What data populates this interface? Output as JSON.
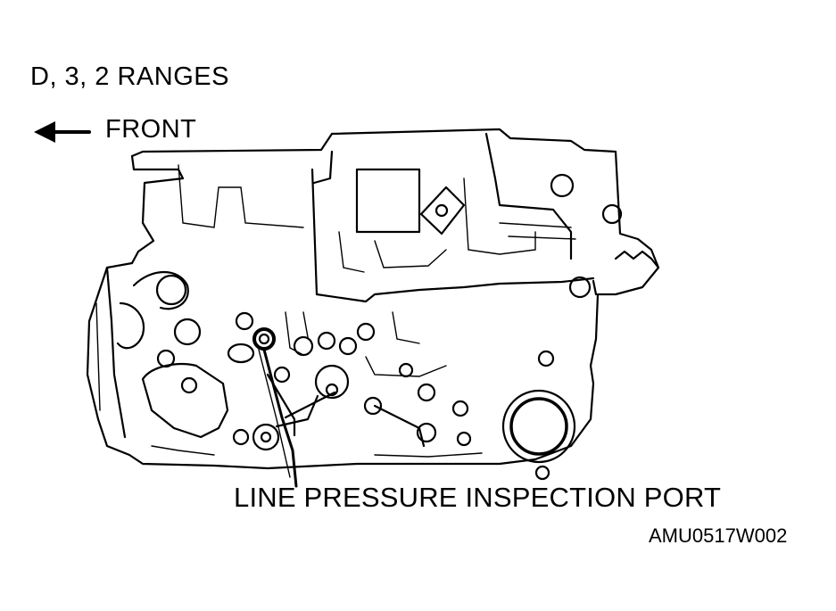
{
  "title": "D, 3, 2 RANGES",
  "direction_label": "FRONT",
  "direction_icon": "left-arrow-icon",
  "callout_label": "LINE PRESSURE INSPECTION PORT",
  "figure_code": "AMU0517W002",
  "colors": {
    "ink": "#000000",
    "background": "#ffffff"
  }
}
